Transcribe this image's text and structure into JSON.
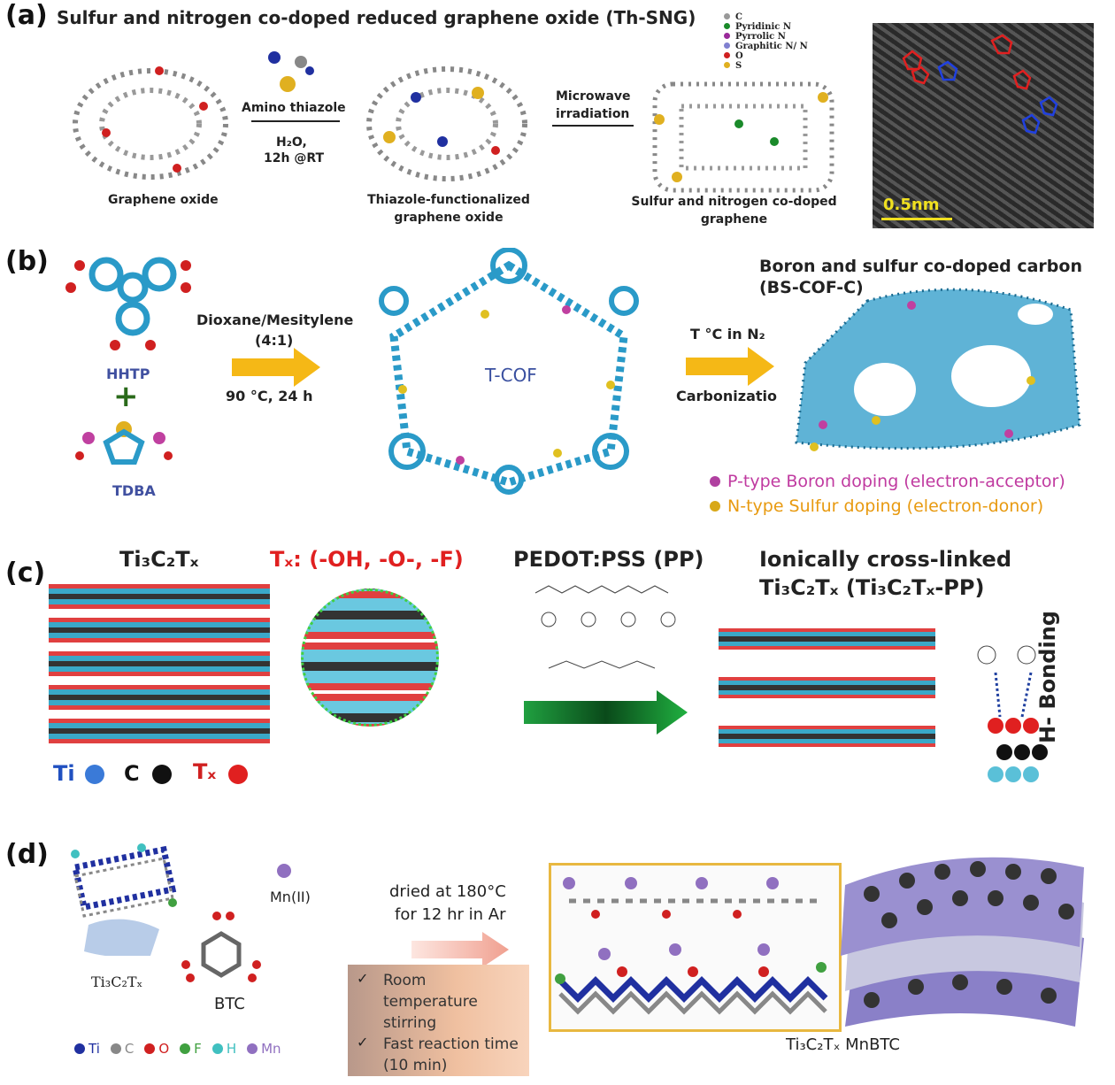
{
  "panel_a": {
    "label": "(a)",
    "title": "Sulfur and nitrogen co-doped reduced graphene oxide (Th-SNG)",
    "graphene_oxide": "Graphene oxide",
    "reagent": "Amino thiazole",
    "conditions_1": "H₂O,",
    "conditions_2": "12h @RT",
    "thiazole_1": "Thiazole-functionalized",
    "thiazole_2": "graphene oxide",
    "microwave_1": "Microwave",
    "microwave_2": "irradiation",
    "product_1": "Sulfur and nitrogen co-doped",
    "product_2": "graphene",
    "legend": [
      "C",
      "Pyridinic N",
      "Pyrrolic N",
      "Graphitic N/ N",
      "O",
      "S"
    ],
    "legend_colors": [
      "#999999",
      "#1a8a2a",
      "#9a2a9a",
      "#8080d0",
      "#d02020",
      "#e0b020"
    ],
    "scale_bar": "0.5nm"
  },
  "panel_b": {
    "label": "(b)",
    "hhtp": "HHTP",
    "plus": "+",
    "tdba": "TDBA",
    "solvent_1": "Dioxane/Mesitylene",
    "solvent_2": "(4:1)",
    "conditions": "90 °C, 24 h",
    "tcof": "T-COF",
    "heat": "T °C in N₂",
    "carbonization": "Carbonizatio",
    "product_1": "Boron and sulfur co-doped carbon",
    "product_2": "(BS-COF-C)",
    "legend_p": "P-type Boron doping (electron-acceptor)",
    "legend_n": "N-type Sulfur doping  (electron-donor)"
  },
  "panel_c": {
    "label": "(c)",
    "ti3c2tx": "Ti₃C₂Tₓ",
    "tx_def": "Tₓ: (-OH, -O-, -F)",
    "pedot": "PEDOT:PSS (PP)",
    "product_1": "Ionically cross-linked",
    "product_2": "Ti₃C₂Tₓ  (Ti₃C₂Tₓ-PP)",
    "h_bonding": "H- Bonding",
    "legend": [
      "Ti",
      "C",
      "Tₓ"
    ]
  },
  "panel_d": {
    "label": "(d)",
    "mn": "Mn(II)",
    "ti3c2tx": "Ti₃C₂Tₓ",
    "btc": "BTC",
    "cond_1": "dried at 180°C",
    "cond_2": "for 12 hr in Ar",
    "check_1": "Room temperature stirring",
    "check_2": "Fast reaction time (10 min)",
    "product": "Ti₃C₂Tₓ MnBTC",
    "legend": [
      "Ti",
      "C",
      "O",
      "F",
      "H",
      "Mn"
    ],
    "legend_colors": [
      "#2030a0",
      "#888888",
      "#d02020",
      "#40a040",
      "#40c0c0",
      "#9070c0"
    ]
  }
}
